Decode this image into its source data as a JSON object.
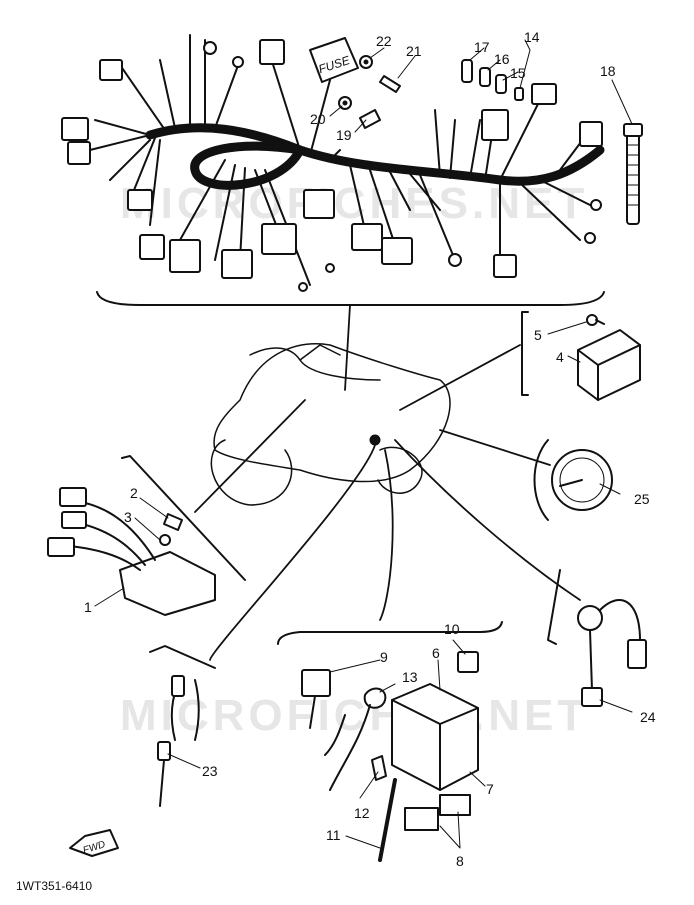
{
  "watermarks": [
    "MICROFICHES.NET",
    "MICROFICHES.NET"
  ],
  "fuse_box_label": "FUSE",
  "fwd_arrow_label": "FWD",
  "diagram_code": "1WT351-6410",
  "callouts": [
    "1",
    "2",
    "3",
    "4",
    "5",
    "6",
    "7",
    "8",
    "9",
    "10",
    "11",
    "12",
    "13",
    "14",
    "15",
    "16",
    "17",
    "18",
    "19",
    "20",
    "21",
    "22",
    "23",
    "24",
    "25"
  ]
}
